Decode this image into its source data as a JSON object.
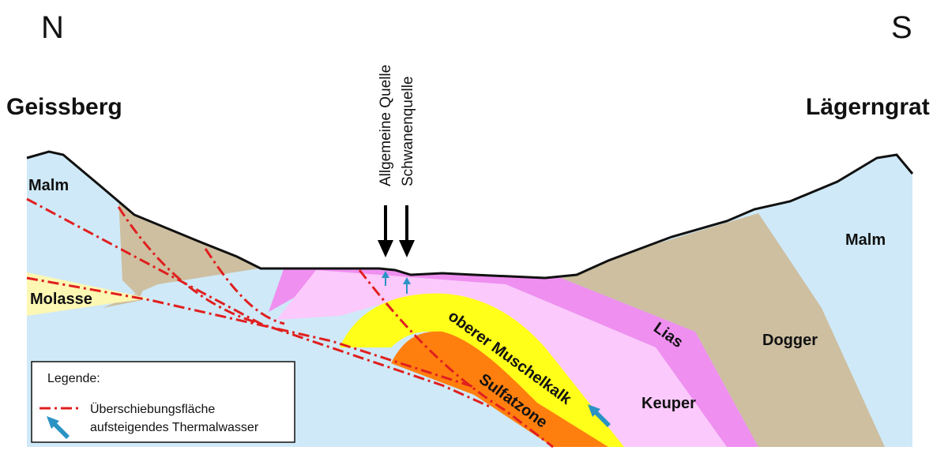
{
  "orientation": {
    "north": "N",
    "south": "S"
  },
  "places": {
    "left": "Geissberg",
    "right": "Lägerngrat"
  },
  "springs": [
    "Allgemeine Quelle",
    "Schwanenquelle"
  ],
  "units": {
    "malm_left": "Malm",
    "malm_right": "Malm",
    "molasse": "Molasse",
    "dogger": "Dogger",
    "lias": "Lias",
    "keuper": "Keuper",
    "muschelkalk": "oberer Muschelkalk",
    "sulfatzone": "Sulfatzone"
  },
  "legend": {
    "title": "Legende:",
    "items": [
      {
        "symbol": "dash-dot-line",
        "label": "Überschiebungsfläche"
      },
      {
        "symbol": "blue-arrow-icon",
        "label": "aufsteigendes Thermalwasser"
      }
    ]
  },
  "colors": {
    "malm": "#cfe9f8",
    "dogger": "#cdbfa0",
    "lias": "#ef8ff0",
    "keuper": "#fbc9fb",
    "muschelkalk": "#ffff1a",
    "sulfatzone": "#ff7f0e",
    "molasse": "#fcf7b3",
    "fault": "#e01f1f",
    "water": "#2a93c4"
  }
}
